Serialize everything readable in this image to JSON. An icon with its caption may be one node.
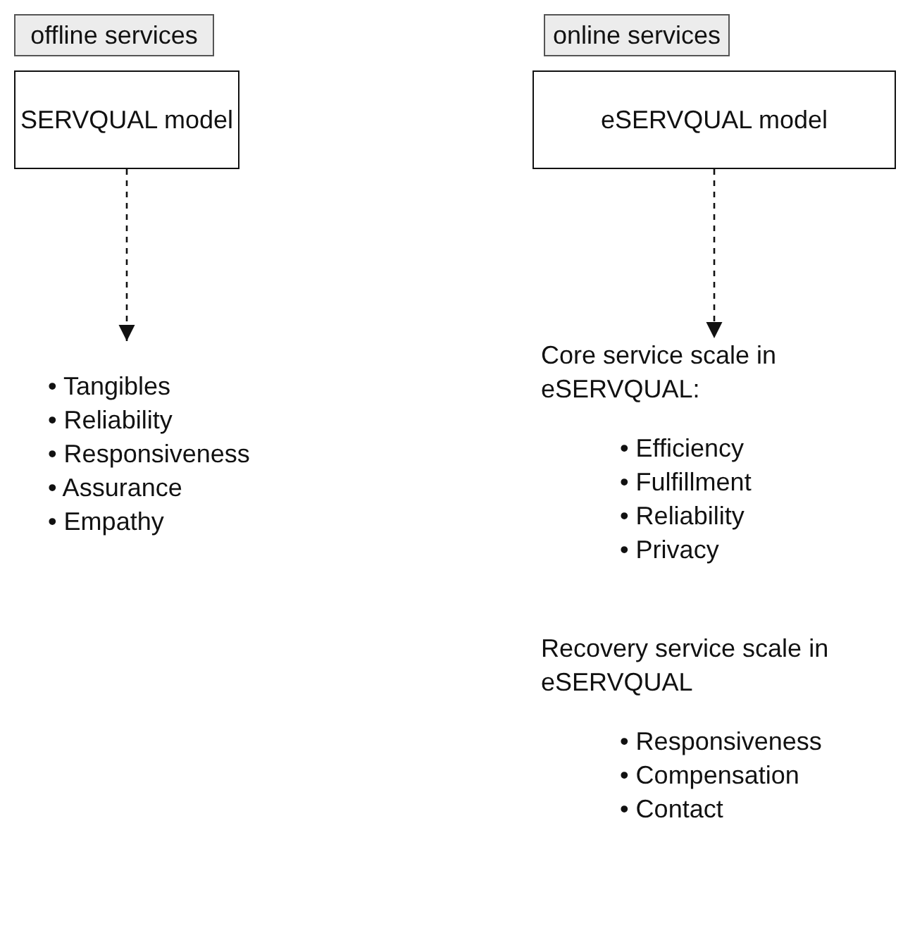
{
  "diagram": {
    "nodes": [
      {
        "text": [
          "offline services"
        ]
      },
      {
        "text": [
          "SERVQUAL model"
        ]
      },
      {
        "text": [
          "• Tangibles",
          "• Reliability",
          "• Responsiveness",
          "• Assurance",
          "• Empathy"
        ]
      },
      {
        "text": [
          "online services"
        ]
      },
      {
        "text": [
          "eSERVQUAL model"
        ]
      },
      {
        "text": [
          "Core service scale in eSERVQUAL:",
          "• Efficiency",
          "• Fulfillment",
          "• Reliability",
          "• Privacy"
        ]
      },
      {
        "text": [
          "Recovery service scale in eSERVQUAL",
          "• Responsiveness",
          "• Compensation",
          "• Contact"
        ]
      }
    ],
    "edges": [
      {
        "from": 1,
        "to": 2,
        "arrow": "to",
        "style": "dashed"
      },
      {
        "from": 4,
        "to": 5,
        "arrow": "to",
        "style": "dashed"
      }
    ]
  }
}
